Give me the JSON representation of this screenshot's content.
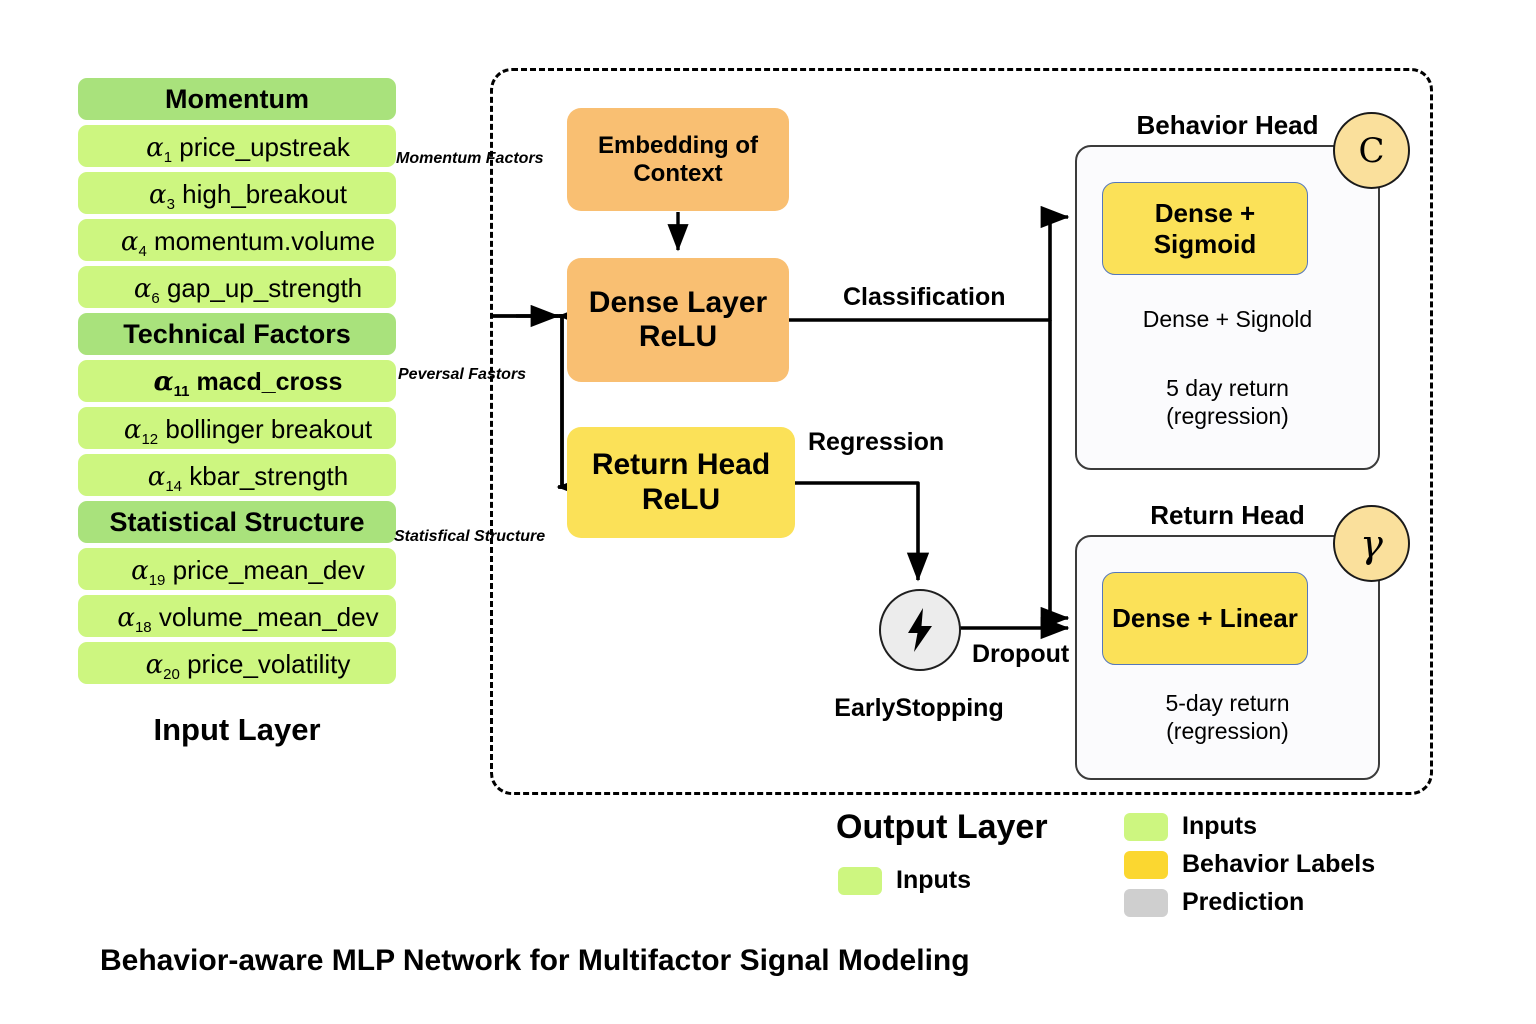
{
  "caption": "Behavior-aware MLP Network for Multifactor Signal Modeling",
  "input_column": {
    "layer_label": "Input Layer",
    "groups": [
      {
        "header": "Momentum",
        "side_note": "Momentum\nFactors",
        "items": [
          {
            "alpha": "α",
            "sub": "1",
            "name": "price_upstreak",
            "bold": false
          },
          {
            "alpha": "α",
            "sub": "3",
            "name": "high_breakout",
            "bold": false
          },
          {
            "alpha": "α",
            "sub": "4",
            "name": "momentum.volume",
            "bold": false
          },
          {
            "alpha": "α",
            "sub": "6",
            "name": "gap_up_strength",
            "bold": false
          }
        ]
      },
      {
        "header": "Technical Factors",
        "side_note": "Peversal\nFastors",
        "items": [
          {
            "alpha": "α",
            "sub": "11",
            "name": "macd_cross",
            "bold": true
          },
          {
            "alpha": "α",
            "sub": "12",
            "name": "bollinger breakout",
            "bold": false
          },
          {
            "alpha": "α",
            "sub": "14",
            "name": "kbar_strength",
            "bold": false
          }
        ]
      },
      {
        "header": "Statistical Structure",
        "side_note": "Statisfical\nStructure",
        "items": [
          {
            "alpha": "α",
            "sub": "19",
            "name": "price_mean_dev",
            "bold": false
          },
          {
            "alpha": "α",
            "sub": "18",
            "name": "volume_mean_dev",
            "bold": false
          },
          {
            "alpha": "α",
            "sub": "20",
            "name": "price_volatility",
            "bold": false
          }
        ]
      }
    ]
  },
  "model": {
    "embedding_node": "Embedding of\nContext",
    "dense_layer_node": "Dense Layer\nReLU",
    "return_head_node": "Return Head\nReLU",
    "edge_classification": "Classification",
    "edge_regression": "Regression",
    "edge_dropout": "Dropout",
    "earlystopping_label": "EarlyStopping",
    "earlystopping_icon": "lightning-bolt-icon",
    "behavior_head": {
      "title": "Behavior Head",
      "badge": "C",
      "inner_node": "Dense +\nSigmoid",
      "sub_line_1": "Dense + Signold",
      "sub_line_2": "5 day return\n(regression)"
    },
    "return_head": {
      "title": "Return Head",
      "badge": "γ",
      "inner_node": "Dense +\nLinear",
      "sub_line_1": "5-day return\n(regression)"
    }
  },
  "output_layer": {
    "label": "Output Layer",
    "legend_item": "Inputs"
  },
  "legend": [
    {
      "label": "Inputs",
      "color": "#cdf680"
    },
    {
      "label": "Behavior Labels",
      "color": "#fbd730"
    },
    {
      "label": "Prediction",
      "color": "#cfcfcf"
    }
  ],
  "colors": {
    "group_header_green": "#a9e27c",
    "input_green": "#cdf680",
    "orange": "#f9bf72",
    "yellow": "#fbe158",
    "badge_yellow": "#fae09c",
    "gray": "#ececec"
  }
}
